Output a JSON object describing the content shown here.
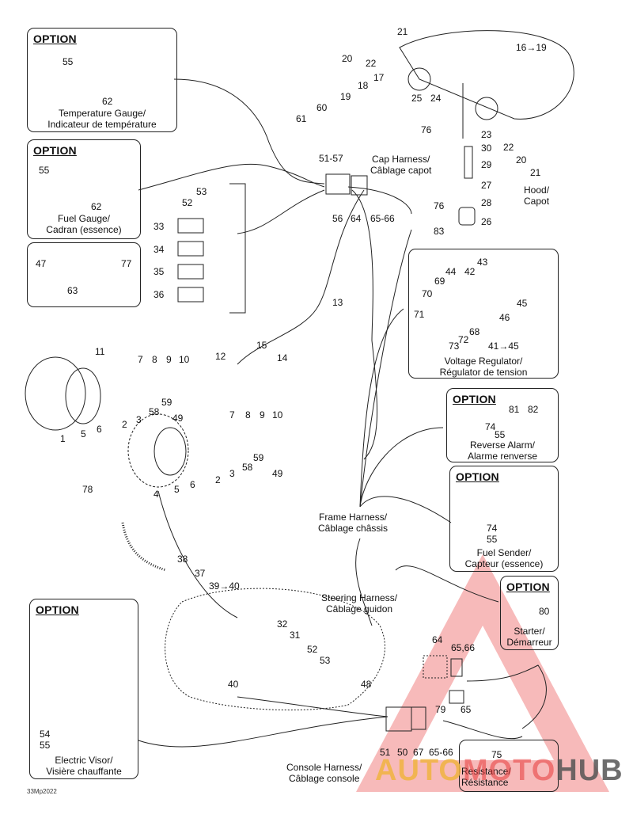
{
  "diagram": {
    "code": "33Mp2022",
    "option_label": "OPTION",
    "boxes": {
      "temperature_gauge": {
        "title": "OPTION",
        "caption1": "Temperature Gauge/",
        "caption2": "Indicateur de température",
        "parts": [
          "55",
          "62"
        ]
      },
      "fuel_gauge": {
        "title": "OPTION",
        "caption1": "Fuel Gauge/",
        "caption2": "Cadran (essence)",
        "parts": [
          "55",
          "62"
        ]
      },
      "fasteners": {
        "parts": [
          "47",
          "77",
          "63"
        ]
      },
      "voltage_regulator": {
        "caption1": "Voltage Regulator/",
        "caption2": "Régulator de tension",
        "parts": [
          "43",
          "44",
          "42",
          "69",
          "70",
          "71",
          "45",
          "46",
          "68",
          "72",
          "73",
          "41→45"
        ]
      },
      "reverse_alarm": {
        "title": "OPTION",
        "caption1": "Reverse Alarm/",
        "caption2": "Alarme renverse",
        "parts": [
          "81",
          "82",
          "74",
          "55"
        ]
      },
      "fuel_sender": {
        "title": "OPTION",
        "caption1": "Fuel Sender/",
        "caption2": "Capteur (essence)",
        "parts": [
          "74",
          "55"
        ]
      },
      "starter": {
        "title": "OPTION",
        "caption1": "Starter/",
        "caption2": "Démarreur",
        "parts": [
          "80"
        ]
      },
      "electric_visor": {
        "title": "OPTION",
        "caption1": "Electric Visor/",
        "caption2": "Visière chauffante",
        "parts": [
          "54",
          "55"
        ]
      },
      "resistance": {
        "caption1": "Resistance/",
        "caption2": "Résistance",
        "parts": [
          "75"
        ]
      }
    },
    "harness_labels": {
      "cap1": "Cap Harness/",
      "cap2": "Câblage capot",
      "hood1": "Hood/",
      "hood2": "Capot",
      "frame1": "Frame Harness/",
      "frame2": "Câblage châssis",
      "steering1": "Steering Harness/",
      "steering2": "Câblage guidon",
      "console1": "Console Harness/",
      "console2": "Câblage console"
    },
    "callouts": {
      "p21a": "21",
      "p20a": "20",
      "p22a": "22",
      "p16": "16→19",
      "p17": "17",
      "p18": "18",
      "p19": "19",
      "p25": "25",
      "p24": "24",
      "p60": "60",
      "p61": "61",
      "p76a": "76",
      "p23": "23",
      "p30": "30",
      "p29": "29",
      "p27": "27",
      "p28": "28",
      "p26": "26",
      "p22b": "22",
      "p20b": "20",
      "p21b": "21",
      "p5157": "51-57",
      "p56": "56",
      "p64a": "64",
      "p6566a": "65-66",
      "p76b": "76",
      "p83": "83",
      "p53a": "53",
      "p52a": "52",
      "p33": "33",
      "p34": "34",
      "p35": "35",
      "p36": "36",
      "p13": "13",
      "p12": "12",
      "p15": "15",
      "p14": "14",
      "p11": "11",
      "p7a": "7",
      "p8a": "8",
      "p9a": "9",
      "p10a": "10",
      "p59a": "59",
      "p58a": "58",
      "p49a": "49",
      "p3a": "3",
      "p2a": "2",
      "p6a": "6",
      "p5a": "5",
      "p1": "1",
      "p7b": "7",
      "p8b": "8",
      "p9b": "9",
      "p10b": "10",
      "p59b": "59",
      "p58b": "58",
      "p49b": "49",
      "p3b": "3",
      "p2b": "2",
      "p6b": "6",
      "p5b": "5",
      "p4": "4",
      "p78": "78",
      "p38": "38",
      "p37": "37",
      "p3940": "39→40",
      "p32": "32",
      "p31": "31",
      "p52b": "52",
      "p53b": "53",
      "p48": "48",
      "p40": "40",
      "p64b": "64",
      "p6566b": "65,66",
      "p79": "79",
      "p65": "65",
      "p51": "51",
      "p50": "50",
      "p67": "67",
      "p6566c": "65-66"
    },
    "watermark": {
      "part1": "AUTO",
      "part2": "MOTO",
      "part3": "HUB"
    }
  }
}
